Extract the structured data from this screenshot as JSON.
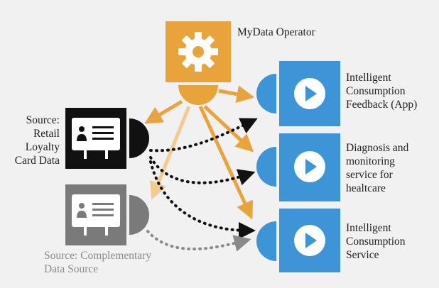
{
  "operator": {
    "label": "MyData Operator",
    "icon": "gear-icon",
    "color": "#e8a33a"
  },
  "services": [
    {
      "label": "Intelligent\nConsumption\nFeedback (App)",
      "icon": "play-icon"
    },
    {
      "label": "Diagnosis and\nmonitoring\nservice for\nhealtcare",
      "icon": "play-icon"
    },
    {
      "label": "Intelligent\nConsumption\nService",
      "icon": "play-icon"
    }
  ],
  "sources": [
    {
      "label": "Source:\nRetail\nLoyalty\nCard Data",
      "icon": "id-card-icon",
      "color": "#111111"
    },
    {
      "label": "Source: Complementary\nData Source",
      "icon": "id-card-icon",
      "color": "#7a7a7a"
    }
  ],
  "colors": {
    "service_blue": "#3d94d6",
    "orange_arrow": "#e8a33a",
    "faded_orange": "#f2cc8f",
    "dotted_black": "#111111",
    "dotted_grey": "#8a8a8a"
  }
}
